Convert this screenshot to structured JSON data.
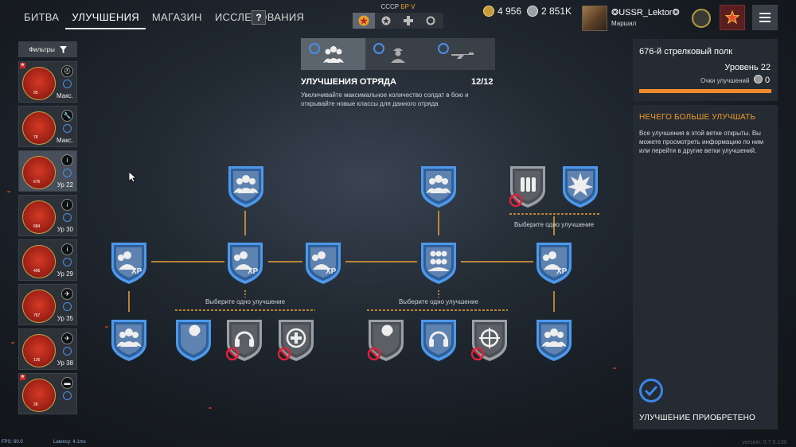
{
  "nav": {
    "battle": "БИТВА",
    "upgrades": "УЛУЧШЕНИЯ",
    "shop": "МАГАЗИН",
    "research": "ИССЛЕДОВАНИЯ",
    "help": "?"
  },
  "nation": {
    "name": "СССР",
    "br": "БР V"
  },
  "resources": {
    "gold": "4 956",
    "silver": "2 851K"
  },
  "profile": {
    "name": "❂USSR_Lektor❂",
    "rank": "Маршал"
  },
  "filters_label": "Фильтры",
  "units": [
    {
      "num": "95",
      "level": "Макс.",
      "type_icon": "helmet-icon",
      "star": true,
      "active": false
    },
    {
      "num": "78",
      "level": "Макс.",
      "type_icon": "wrench-icon",
      "star": false,
      "active": false
    },
    {
      "num": "676",
      "level": "Ур 22",
      "type_icon": "info-icon",
      "star": false,
      "active": true
    },
    {
      "num": "684",
      "level": "Ур 30",
      "type_icon": "info-icon",
      "star": false,
      "active": false
    },
    {
      "num": "496",
      "level": "Ур 29",
      "type_icon": "info-icon",
      "star": false,
      "active": false
    },
    {
      "num": "787",
      "level": "Ур 35",
      "type_icon": "plane-icon",
      "star": false,
      "active": false
    },
    {
      "num": "136",
      "level": "Ур 38",
      "type_icon": "plane-icon",
      "star": false,
      "active": false
    },
    {
      "num": "28",
      "level": "",
      "type_icon": "tank-icon",
      "star": true,
      "active": false
    }
  ],
  "branch": {
    "title": "УЛУЧШЕНИЯ ОТРЯДА",
    "count": "12/12",
    "description": "Увеличивайте максимальное количество солдат в бою и открывайте новые классы для данного отряда"
  },
  "tree": {
    "choose_one": "Выберите одно улучшение"
  },
  "panel": {
    "regiment": "676-й стрелковый полк",
    "level": "Уровень 22",
    "points_label": "Очки улучшений",
    "points": "0",
    "progress": 1.0,
    "title": "НЕЧЕГО БОЛЬШЕ УЛУЧШАТЬ",
    "text": "Все улучшения в этой ветке открыты. Вы можете просмотреть информацию по ним или перейти в другие ветки улучшений.",
    "done": "УЛУЧШЕНИЕ ПРИОБРЕТЕНО"
  },
  "footer": {
    "fps": "FPS: 60.0",
    "latency": "Latency: 4.1ms",
    "version": "version: 0.7.5.139"
  },
  "colors": {
    "accent": "#f29b28",
    "blue": "#3b86e8",
    "locked": "#d8243a"
  }
}
